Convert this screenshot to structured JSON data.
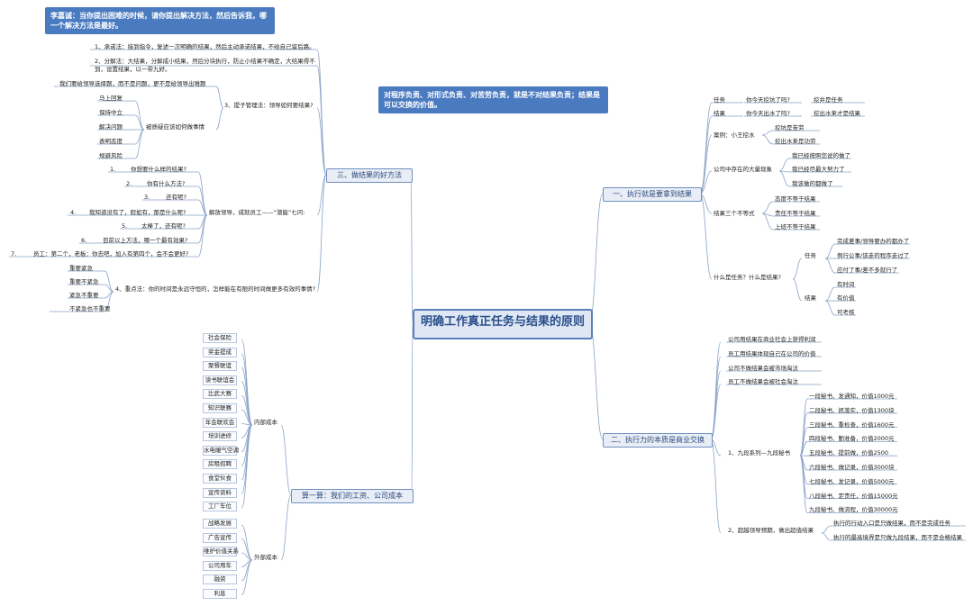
{
  "root": {
    "title": "明确工作真正任务与结果的原则"
  },
  "notes": {
    "top_left": "李嘉诚：当你提出困难的时候，请你提出解决方法，然后告诉我，哪一个解决方法是最好。",
    "top_center": "对程序负责、对形式负责、对苦劳负责，就是不对结果负责；结果是可以交换的价值。"
  },
  "b1": {
    "title": "一、执行就是要拿到结果",
    "task": "任务",
    "task_q": "你今天挖坑了吗?",
    "task_a": "挖井是任务",
    "result": "结果",
    "result_q": "你今天出水了吗?",
    "result_a": "挖出水来才是结果",
    "case": "案例：小王挖水",
    "case_a": "挖坑是苦劳",
    "case_b": "挖出水来是功劳",
    "phen": "公司中存在的大量现象",
    "phen_a": "我已经按照您说的做了",
    "phen_b": "我已经尽最大努力了",
    "phen_c": "我该做的都做了",
    "three": "结果三个不等式",
    "three_a": "态度不等于结果",
    "three_b": "责任不等于结果",
    "three_c": "上班不等于结果",
    "what": "什么是任务？什么是结果?",
    "what_task": "任务",
    "what_t1": "完成差事/领导要办的都办了",
    "what_t2": "例行公事/该走的程序走过了",
    "what_t3": "应付了事/差不多就行了",
    "what_res": "结果",
    "what_r1": "有时间",
    "what_r2": "有价值",
    "what_r3": "可考核"
  },
  "b2": {
    "title": "二、执行力的本质是商业交换",
    "l1": "公司用结果在商业社会上获得利润",
    "l2": "员工用结果体现自己在公司的价值",
    "l3": "公司不做结果会被市场淘汰",
    "l4": "员工不做结果会被社会淘汰",
    "nine": "1、九段系列—九段秘书",
    "nine_items": [
      "一段秘书、发通知，价值1000元",
      "二段秘书、抓落实，价值1300块",
      "三段秘书、重检查，价值1600元",
      "四段秘书、勤准备，价值2000元",
      "五段秘书、提前做，价值2500",
      "六段秘书、做记录，价值3000块",
      "七段秘书、发记录，价值5000元",
      "八段秘书、定责任，价值15000元",
      "九段秘书、做流程，价值30000元"
    ],
    "exceed": "2、超越领导预期，做出超值结果",
    "exceed_a": "执行的行动入口是只做结果，而不是完成任务",
    "exceed_b": "执行的最高境界是只做九段结果，而不是合格结果"
  },
  "b3": {
    "title": "三、做结果的好方法",
    "m1": "1、承诺法：接到指令，复述一次明确的结果，然后主动承诺结果，不给自己留后路。",
    "m2": "2、分解法：大结果，分解成小结果，然后分块执行，防止小结果不确定，大结果得不到，设置结果，以一带九好。",
    "m3": "3、提子管理法：领导如何要结果?",
    "m3_top": "我们要给领导选择题，而不是问题，更不是给领导出难题",
    "m3_how": "被质疑应该如何做事情",
    "m3_items": [
      "马上回复",
      "保持中立",
      "解决问题",
      "表明态度",
      "规避风险"
    ],
    "m3b": "解放领导，成就员工——“潜能”七问:",
    "q": [
      {
        "n": "1.",
        "t": "你想要什么样的结果?"
      },
      {
        "n": "2.",
        "t": "你有什么方法?"
      },
      {
        "n": "3.",
        "t": "还有呢?"
      },
      {
        "n": "4.",
        "t": "我知道没有了，假如有，那是什么呢?"
      },
      {
        "n": "5.",
        "t": "太棒了，还有呢?"
      },
      {
        "n": "6.",
        "t": "目前以上方法，哪一个最有效果?"
      },
      {
        "n": "7.",
        "t": "员工：第二个，老板：你去吧，加入有第四个，会不会更好?"
      }
    ],
    "m4": "4、重点法：你的时间是永远守恒的，怎样能在有限的时间做更多有效的事情?",
    "m4_items": [
      "重要紧急",
      "重要不紧急",
      "紧急不重要",
      "不紧急也不重要"
    ]
  },
  "b4": {
    "title": "算一算：我们的工资、公司成本",
    "inner": "内部成本",
    "inner_items": [
      "社会保险",
      "奖金提成",
      "聚餐联谊",
      "读书联谊会",
      "比武大赛",
      "知识联赛",
      "年会联欢会",
      "培训进修",
      "水电暖气空调",
      "房租招聘",
      "食堂伙食",
      "宣传资料",
      "工厂车位"
    ],
    "outer": "外部成本",
    "outer_items": [
      "战略发展",
      "广告宣传",
      "维护价值关系",
      "公司用车",
      "融资",
      "利息"
    ]
  }
}
